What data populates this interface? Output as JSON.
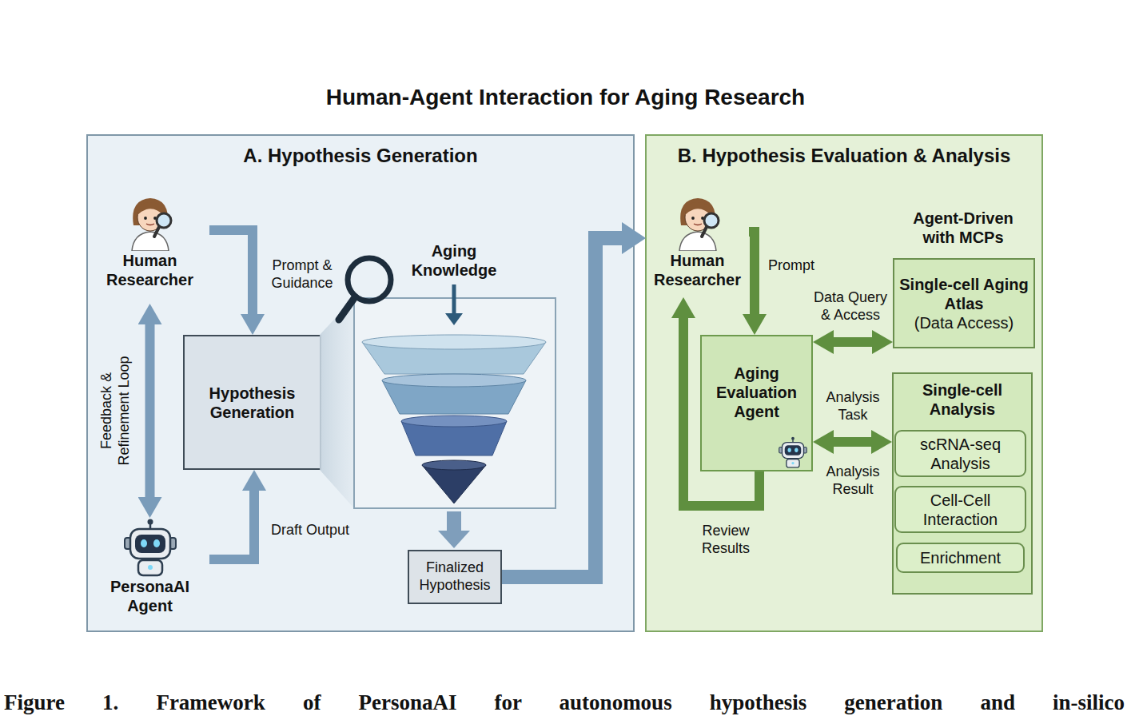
{
  "diagram": {
    "title": "Human-Agent Interaction for Aging Research",
    "caption": "Figure 1. Framework of PersonaAI for autonomous hypothesis generation and in-silico",
    "nodes": [
      {
        "text": [
          "A. Hypothesis Generation"
        ]
      },
      {
        "text": [
          "Human Researcher"
        ],
        "in": 0
      },
      {
        "text": [
          "Hypothesis Generation"
        ],
        "in": 0
      },
      {
        "text": [
          "PersonaAI Agent"
        ],
        "in": 0
      },
      {
        "text": [
          "Finalized Hypothesis"
        ],
        "in": 0
      },
      {
        "text": [
          "B. Hypothesis Evaluation & Analysis"
        ]
      },
      {
        "text": [
          "Human Researcher"
        ],
        "in": 5
      },
      {
        "text": [
          "Aging Evaluation Agent"
        ],
        "in": 5
      },
      {
        "text": [
          "Single-cell Aging Atlas",
          "(Data Access)"
        ],
        "in": 5
      },
      {
        "text": [
          "Single-cell Analysis"
        ],
        "in": 5
      },
      {
        "text": [
          "scRNA-seq Analysis"
        ],
        "in": 9
      },
      {
        "text": [
          "Cell-Cell Interaction"
        ],
        "in": 9
      },
      {
        "text": [
          "Enrichment"
        ],
        "in": 9
      }
    ],
    "edges": [
      {
        "from": 1,
        "to": 2,
        "arrow": "to",
        "label": "Prompt & Guidance"
      },
      {
        "from": 1,
        "to": 3,
        "arrow": "both",
        "label": "Feedback & Refinement Loop"
      },
      {
        "from": 3,
        "to": 2,
        "arrow": "to",
        "label": "Draft Output"
      },
      {
        "from": 4,
        "to": 6,
        "arrow": "to"
      },
      {
        "from": 6,
        "to": 7,
        "arrow": "to",
        "label": "Prompt"
      },
      {
        "from": 7,
        "to": 8,
        "arrow": "both",
        "label": "Data Query & Access"
      },
      {
        "from": 7,
        "to": 9,
        "arrow": "both",
        "label": "Analysis Task"
      },
      {
        "from": 7,
        "to": 6,
        "arrow": "to",
        "label": "Review Results"
      }
    ],
    "labels": [
      "Aging Knowledge",
      "Agent-Driven with MCPs",
      "Analysis Result"
    ]
  }
}
